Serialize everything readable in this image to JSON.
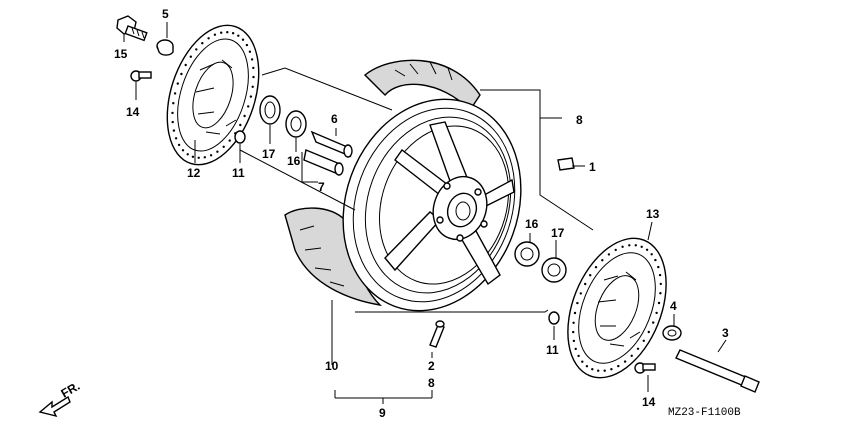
{
  "callouts": {
    "c1": "1",
    "c2": "2",
    "c3": "3",
    "c4": "4",
    "c5": "5",
    "c6": "6",
    "c7": "7",
    "c8a": "8",
    "c8b": "8",
    "c9": "9",
    "c10": "10",
    "c11a": "11",
    "c11b": "11",
    "c12": "12",
    "c13": "13",
    "c14a": "14",
    "c14b": "14",
    "c15": "15",
    "c16a": "16",
    "c16b": "16",
    "c17a": "17",
    "c17b": "17"
  },
  "direction_marker": "FR.",
  "diagram_code": "MZ23-F1100B",
  "colors": {
    "ink": "#000000",
    "paper": "#ffffff",
    "tread": "#d8d8d8"
  }
}
